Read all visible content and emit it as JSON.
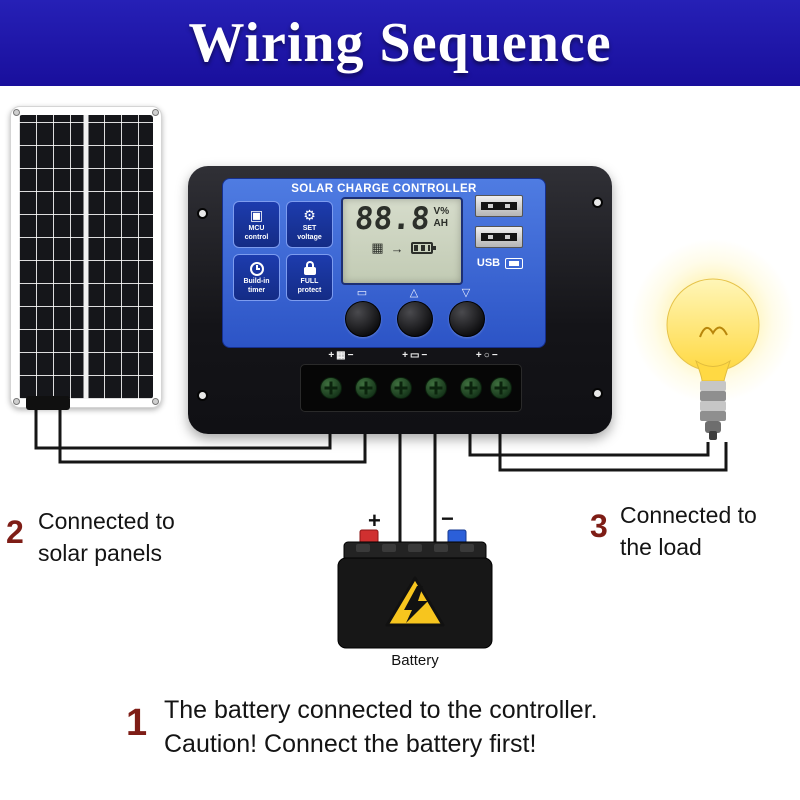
{
  "header": {
    "title": "Wiring Sequence"
  },
  "colors": {
    "header_bg": "#1e15a5",
    "step_number": "#7e1d16",
    "controller_face": "#3b63d6",
    "lcd_bg": "#ccd5c3",
    "bulb_glow": "#ffe96b",
    "wire": "#161616",
    "battery_terminal_positive": "#d03030",
    "battery_terminal_negative": "#2b5fd9"
  },
  "controller": {
    "title": "SOLAR CHARGE CONTROLLER",
    "features": [
      {
        "line1": "MCU",
        "line2": "control"
      },
      {
        "line1": "SET",
        "line2": "voltage"
      },
      {
        "line1": "Build-in",
        "line2": "timer"
      },
      {
        "line1": "FULL",
        "line2": "protect"
      }
    ],
    "lcd": {
      "value": "88.8",
      "unit_top": "V%",
      "unit_bottom": "AH"
    },
    "usb_label": "USB",
    "terminal_plus": "+",
    "terminal_minus": "−"
  },
  "battery": {
    "label": "Battery",
    "positive": "+",
    "negative": "−"
  },
  "steps": {
    "one": {
      "num": "1",
      "line1": "The battery connected to the controller.",
      "line2": "Caution! Connect the battery first!"
    },
    "two": {
      "num": "2",
      "line1": "Connected to",
      "line2": "solar panels"
    },
    "three": {
      "num": "3",
      "line1": "Connected to",
      "line2": "the load"
    }
  },
  "icons": {
    "solar_cell": "▦",
    "arrow": "→",
    "chip": "▣",
    "gear": "⚙",
    "battery_small": "▭",
    "load_circle": "○",
    "indicator_battery": "▭",
    "indicator_warning": "△",
    "indicator_load": "▽"
  }
}
